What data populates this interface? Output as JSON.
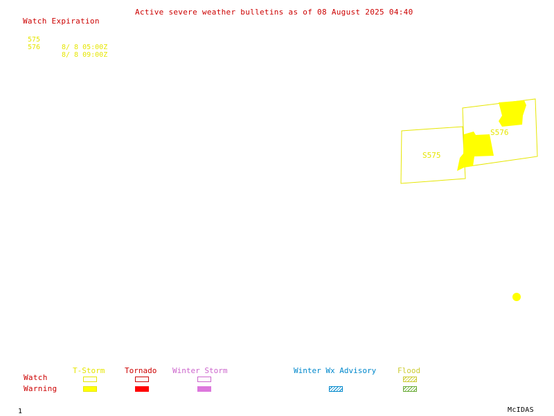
{
  "title": "Active severe weather bulletins as of 08 August 2025 04:40",
  "watch_expiration": {
    "heading": "Watch Expiration",
    "rows": [
      {
        "number": "575",
        "time": "8/ 8 05:00Z"
      },
      {
        "number": "576",
        "time": "8/ 8 09:00Z"
      }
    ]
  },
  "map": {
    "watch_labels": [
      "S575",
      "S576"
    ],
    "colors": {
      "watch_outline": "#e6e600",
      "warning_fill": "#ffff00"
    }
  },
  "legend": {
    "row_watch": "Watch",
    "row_warning": "Warning",
    "categories": {
      "tstorm": "T-Storm",
      "tornado": "Tornado",
      "winter_storm": "Winter Storm",
      "winter_advisory": "Winter Wx Advisory",
      "flood": "Flood"
    },
    "colors": {
      "tstorm": "#e6e600",
      "tornado": "#cc0000",
      "winter_storm": "#cc66cc",
      "winter_advisory": "#0088cc",
      "flood": "#cccc33"
    }
  },
  "footer": {
    "frame_number": "1",
    "brand": "McIDAS"
  }
}
